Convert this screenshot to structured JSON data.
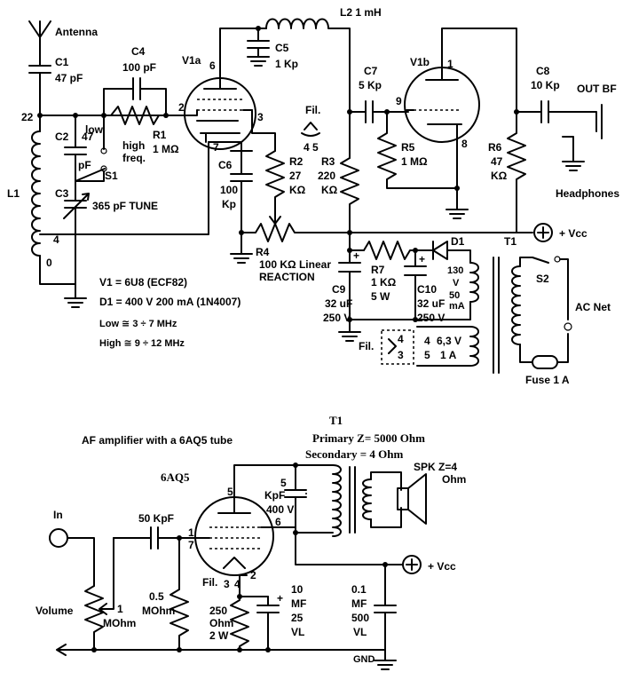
{
  "labels": {
    "antenna": "Antenna",
    "c1_name": "C1",
    "c1_val": "47 pF",
    "c4_name": "C4",
    "c4_val": "100 pF",
    "v1a": "V1a",
    "l2": "L2  1 mH",
    "c5_name": "C5",
    "c5_val": "1 Kp",
    "v1b": "V1b",
    "c7_name": "C7",
    "c7_val": "5 Kp",
    "c8_name": "C8",
    "c8_val": "10 Kp",
    "out_bf": "OUT BF",
    "node22": "22",
    "c2_name": "C2",
    "c2_val1": "47",
    "c2_val2": "pF",
    "low": "low",
    "r1_name": "R1",
    "r1_val": "1 MΩ",
    "pin2": "2",
    "pin6": "6",
    "pin3": "3",
    "pin7": "7",
    "pin1": "1",
    "pin9": "9",
    "pin8": "8",
    "high_freq1": "high",
    "high_freq2": "freq.",
    "s1": "S1",
    "fil": "Fil.",
    "fil_pins": "4  5",
    "r5_name": "R5",
    "r5_val": "1 MΩ",
    "r6_name": "R6",
    "r6_val1": "47",
    "r6_val2": "KΩ",
    "headphones": "Headphones",
    "l1": "L1",
    "c3_name": "C3",
    "c3_val": "365 pF  TUNE",
    "c6_name": "C6",
    "c6_val1": "100",
    "c6_val2": "Kp",
    "r2_name": "R2",
    "r2_val1": "27",
    "r2_val2": "KΩ",
    "r3_name": "R3",
    "r3_val1": "220",
    "r3_val2": "KΩ",
    "tap4": "4",
    "tap0": "0",
    "r4_name": "R4",
    "r4_val1": "100 KΩ Linear",
    "r4_val2": "REACTION",
    "d1": "D1",
    "t1": "T1",
    "vcc": "+ Vcc",
    "v1_spec": "V1 = 6U8 (ECF82)",
    "d1_spec": "D1 = 400 V 200 mA (1N4007)",
    "low_range": "Low ≅ 3 ÷ 7 MHz",
    "high_range": "High ≅ 9 ÷ 12 MHz",
    "r7_name": "R7",
    "r7_val1": "1 KΩ",
    "r7_val2": "5 W",
    "sec_130": "130",
    "sec_v": "V",
    "sec_50": "50",
    "sec_ma": "mA",
    "s2": "S2",
    "ac_net": "AC  Net",
    "c9_name": "C9",
    "c9_val1": "32 uF",
    "c9_val2": "250 V",
    "c10_name": "C10",
    "c10_val1": "32 uF",
    "c10_val2": "250 V",
    "fil2": "Fil.",
    "fil2_pins_a": "4",
    "fil2_pins_b": "3",
    "sec_4": "4",
    "sec_5": "5",
    "sec_63v": "6,3 V",
    "sec_1a": "1 A",
    "fuse": "Fuse 1 A",
    "af_title": "AF amplifier with a 6AQ5 tube",
    "t1b": "T1",
    "primary": "Primary  Z= 5000 Ohm",
    "secondary": "Secondary = 4  Ohm",
    "tube2": "6AQ5",
    "cpl_val1": "5",
    "cpl_val2": "KpF",
    "cpl_val3": "400 V",
    "spk": "SPK  Z=4",
    "spk_ohm": "Ohm",
    "in": "In",
    "c50": "50 KpF",
    "p5": "5",
    "p1": "1",
    "p7": "7",
    "p6": "6",
    "p2": "2",
    "p3": "3",
    "p4": "4",
    "fil3": "Fil.",
    "vcc2": "+ Vcc",
    "volume": "Volume",
    "vol_val1": "1",
    "vol_val2": "MOhm",
    "rg_val1": "0.5",
    "rg_val2": "MOhm",
    "rk_val1": "250",
    "rk_val2": "Ohm",
    "rk_val3": "2 W",
    "ck_val1": "10",
    "ck_val2": "MF",
    "ck_val3": "25",
    "ck_val4": "VL",
    "cb_val1": "0.1",
    "cb_val2": "MF",
    "cb_val3": "500",
    "cb_val4": "VL",
    "gnd": "GND"
  }
}
